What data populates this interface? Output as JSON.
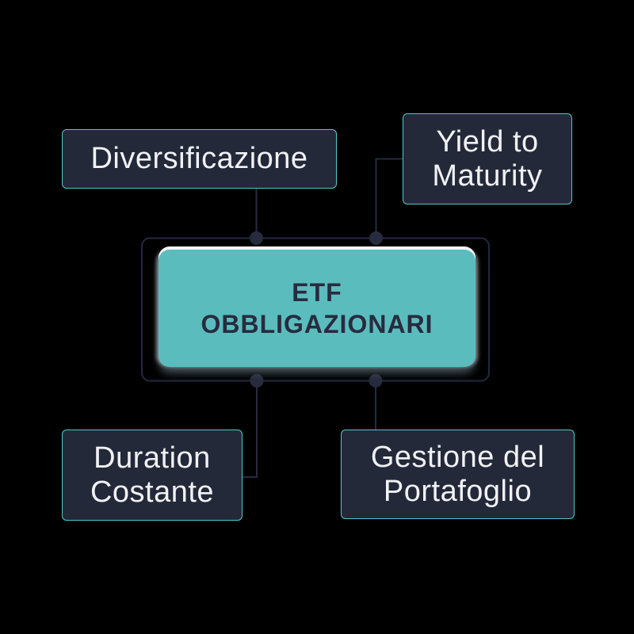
{
  "theme": {
    "background": "#000000",
    "node-fill": "#242939",
    "node-border": "#55c6c9",
    "node-text": "#f1f2f6",
    "central-fill": "#5bbcbe",
    "central-text": "#272c3e",
    "wire": "#262b3f",
    "dot": "#262b3d",
    "frame": "#232840",
    "highlight": "#f4f6f6"
  },
  "diagram": {
    "central": {
      "id": "etf-obbligazionari",
      "label": "ETF OBBLIGAZIONARI"
    },
    "nodes": [
      {
        "id": "diversificazione",
        "label": "Diversificazione"
      },
      {
        "id": "yield-to-maturity",
        "label": "Yield to Maturity"
      },
      {
        "id": "duration-costante",
        "label": "Duration Costante"
      },
      {
        "id": "gestione-del-portafoglio",
        "label": "Gestione del Portafoglio"
      }
    ]
  }
}
